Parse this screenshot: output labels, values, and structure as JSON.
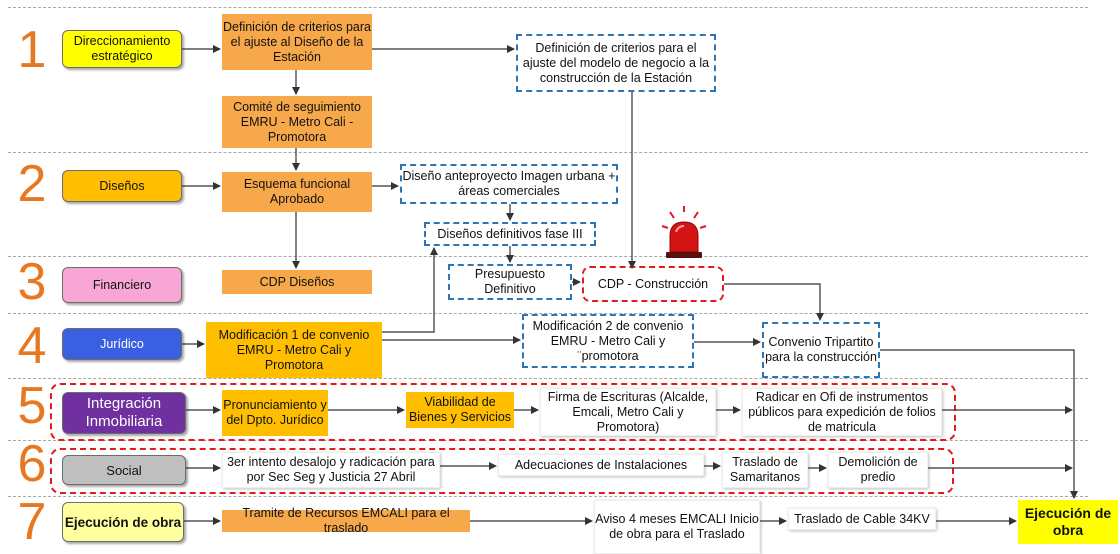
{
  "steps": [
    "1",
    "2",
    "3",
    "4",
    "5",
    "6",
    "7"
  ],
  "categories": {
    "c1": "Direccionamiento estratégico",
    "c2": "Diseños",
    "c3": "Financiero",
    "c4": "Jurídico",
    "c5": "Integración Inmobiliaria",
    "c6": "Social",
    "c7": "Ejecución de obra"
  },
  "boxes": {
    "def_criterios_diseno": "Definición de criterios para el ajuste al Diseño de la Estación",
    "def_criterios_modelo": "Definición de criterios para el ajuste del modelo de negocio a la construcción de la Estación",
    "comite": "Comité de seguimiento EMRU - Metro Cali - Promotora",
    "esquema": "Esquema funcional Aprobado",
    "anteproyecto": "Diseño anteproyecto Imagen urbana + áreas comerciales",
    "definitivos": "Diseños definitivos fase III",
    "cdp_disenos": "CDP Diseños",
    "presupuesto": "Presupuesto Definitivo",
    "cdp_construccion": "CDP - Construcción",
    "modificacion1": "Modificación 1 de convenio EMRU - Metro Cali y Promotora",
    "modificacion2": "Modificación 2 de convenio EMRU - Metro Cali y ¨promotora",
    "tripartito": "Convenio Tripartito para la construcción",
    "pronunciamiento": "Pronunciamiento y del Dpto. Jurídico",
    "viabilidad": "Viabilidad de Bienes y Servicios",
    "firma": "Firma de Escrituras (Alcalde, Emcali, Metro Cali y Promotora)",
    "radicar": "Radicar en Ofi de instrumentos públicos para expedición de folios de matricula",
    "desalojo": "3er intento desalojo y radicación para por Sec Seg y Justicia 27 Abril",
    "adecuaciones": "Adecuaciones de Instalaciones",
    "traslado_sam": "Traslado de Samaritanos",
    "demolicion": "Demolición de predio",
    "tramite": "Tramite de Recursos EMCALI para el traslado",
    "aviso": "Aviso 4 meses EMCALI Inicio de obra para el Traslado",
    "cable": "Traslado de Cable 34KV",
    "ejecucion": "Ejecución de obra"
  },
  "colors": {
    "accent_number": "#e87722",
    "orange_box": "#f7a84a",
    "gold_box": "#ffbe00",
    "dashed_blue": "#2e75b6",
    "alarm_red": "#e41b1b",
    "yellow": "#ffff00",
    "purple": "#7030a0",
    "blue": "#3a5fe0",
    "pink": "#f7a6d6",
    "grey": "#bfbfbf",
    "light_yellow": "#ffffa0"
  },
  "icons": [
    "siren-icon"
  ]
}
